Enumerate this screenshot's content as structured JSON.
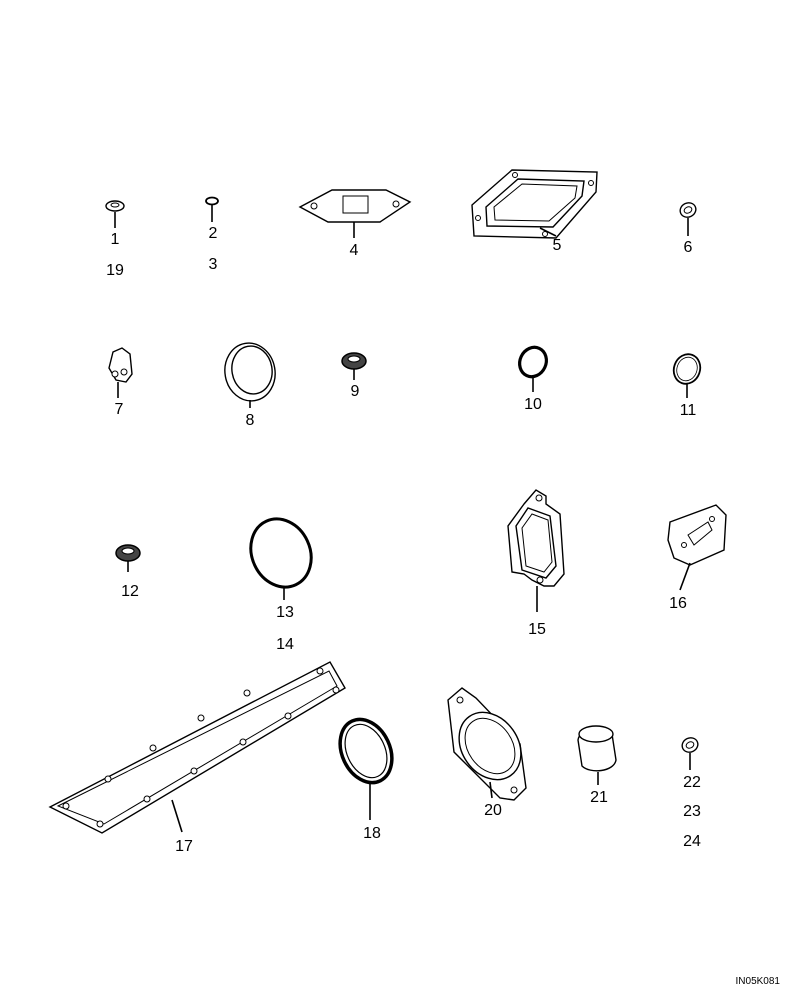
{
  "diagram": {
    "reference_code": "IN05K081",
    "callouts": {
      "c1": "1",
      "c19": "19",
      "c2": "2",
      "c3": "3",
      "c4": "4",
      "c5": "5",
      "c6": "6",
      "c7": "7",
      "c8": "8",
      "c9": "9",
      "c10": "10",
      "c11": "11",
      "c12": "12",
      "c13": "13",
      "c14": "14",
      "c15": "15",
      "c16": "16",
      "c17": "17",
      "c18": "18",
      "c20": "20",
      "c21": "21",
      "c22": "22",
      "c23": "23",
      "c24": "24"
    }
  }
}
